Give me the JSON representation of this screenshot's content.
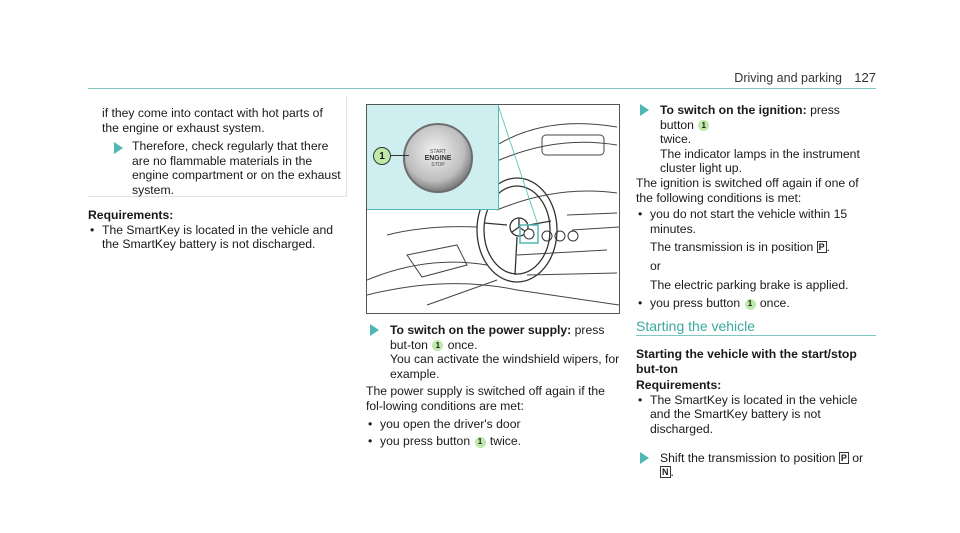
{
  "header": {
    "title": "Driving and parking",
    "page": "127"
  },
  "col1": {
    "note_intro": "if they come into contact with hot parts of the engine or exhaust system.",
    "note_item": "Therefore, check regularly that there are no flammable materials in the engine compartment or on the exhaust system.",
    "req_title": "Requirements:",
    "req_items": [
      "The SmartKey is located in the vehicle and the SmartKey battery is not discharged."
    ]
  },
  "figure": {
    "callout": "1",
    "button_text": [
      "START",
      "ENGINE",
      "STOP"
    ]
  },
  "col2": {
    "step_label": "To switch on the power supply:",
    "step_a": "press but-ton",
    "step_b": "once.",
    "step_extra": "You can activate the windshield wipers, for example.",
    "off_text": "The power supply is switched off again if the fol-lowing conditions are met:",
    "bullets": [
      "you open the driver's door",
      "you press button",
      "twice."
    ]
  },
  "col3": {
    "step_label": "To switch on the ignition:",
    "step_a": "press button",
    "twice": "twice.",
    "indicator": "The indicator lamps in the instrument cluster light up.",
    "off_text": "The ignition is switched off again if one of the following conditions is met:",
    "b1": "you do not start the vehicle within 15 minutes.",
    "b1_sub": "The transmission is in position",
    "or": "or",
    "b1_sub2": "The electric parking brake is applied.",
    "b2a": "you press button",
    "b2b": "once.",
    "section_title": "Starting the vehicle",
    "subheading": "Starting the vehicle with the start/stop but-ton",
    "req_title": "Requirements:",
    "req_item": "The SmartKey is located in the vehicle and the SmartKey battery is not discharged.",
    "shift_a": "Shift the transmission to position",
    "shift_or": "or",
    "glyph_p": "P",
    "glyph_n": "N"
  },
  "colors": {
    "accent": "#4fb8b2",
    "callout": "#bfe9a8",
    "figure_bg": "#cfeef0"
  }
}
